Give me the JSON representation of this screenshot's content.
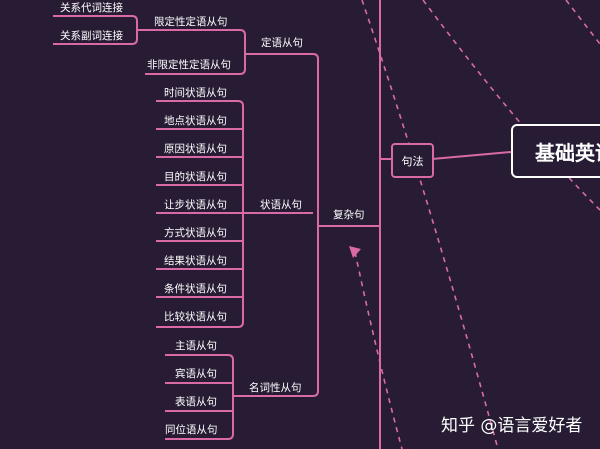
{
  "root": {
    "label": "基础英语"
  },
  "syntax": {
    "label": "句法"
  },
  "complex": {
    "label": "复杂句"
  },
  "attributive": {
    "label": "定语从句",
    "restrictive": {
      "label": "限定性定语从句",
      "children": [
        "关系代词连接",
        "关系副词连接"
      ]
    },
    "nonrestrictive": {
      "label": "非限定性定语从句"
    }
  },
  "adverbial": {
    "label": "状语从句",
    "children": [
      "时间状语从句",
      "地点状语从句",
      "原因状语从句",
      "目的状语从句",
      "让步状语从句",
      "方式状语从句",
      "结果状语从句",
      "条件状语从句",
      "比较状语从句"
    ]
  },
  "nominal": {
    "label": "名词性从句",
    "children": [
      "主语从句",
      "宾语从句",
      "表语从句",
      "同位语从句"
    ]
  },
  "watermark": {
    "text": "知乎 @语言爱好者"
  },
  "colors": {
    "background": "#271c34",
    "line": "#d96aa6",
    "root_border": "#ffffff"
  }
}
